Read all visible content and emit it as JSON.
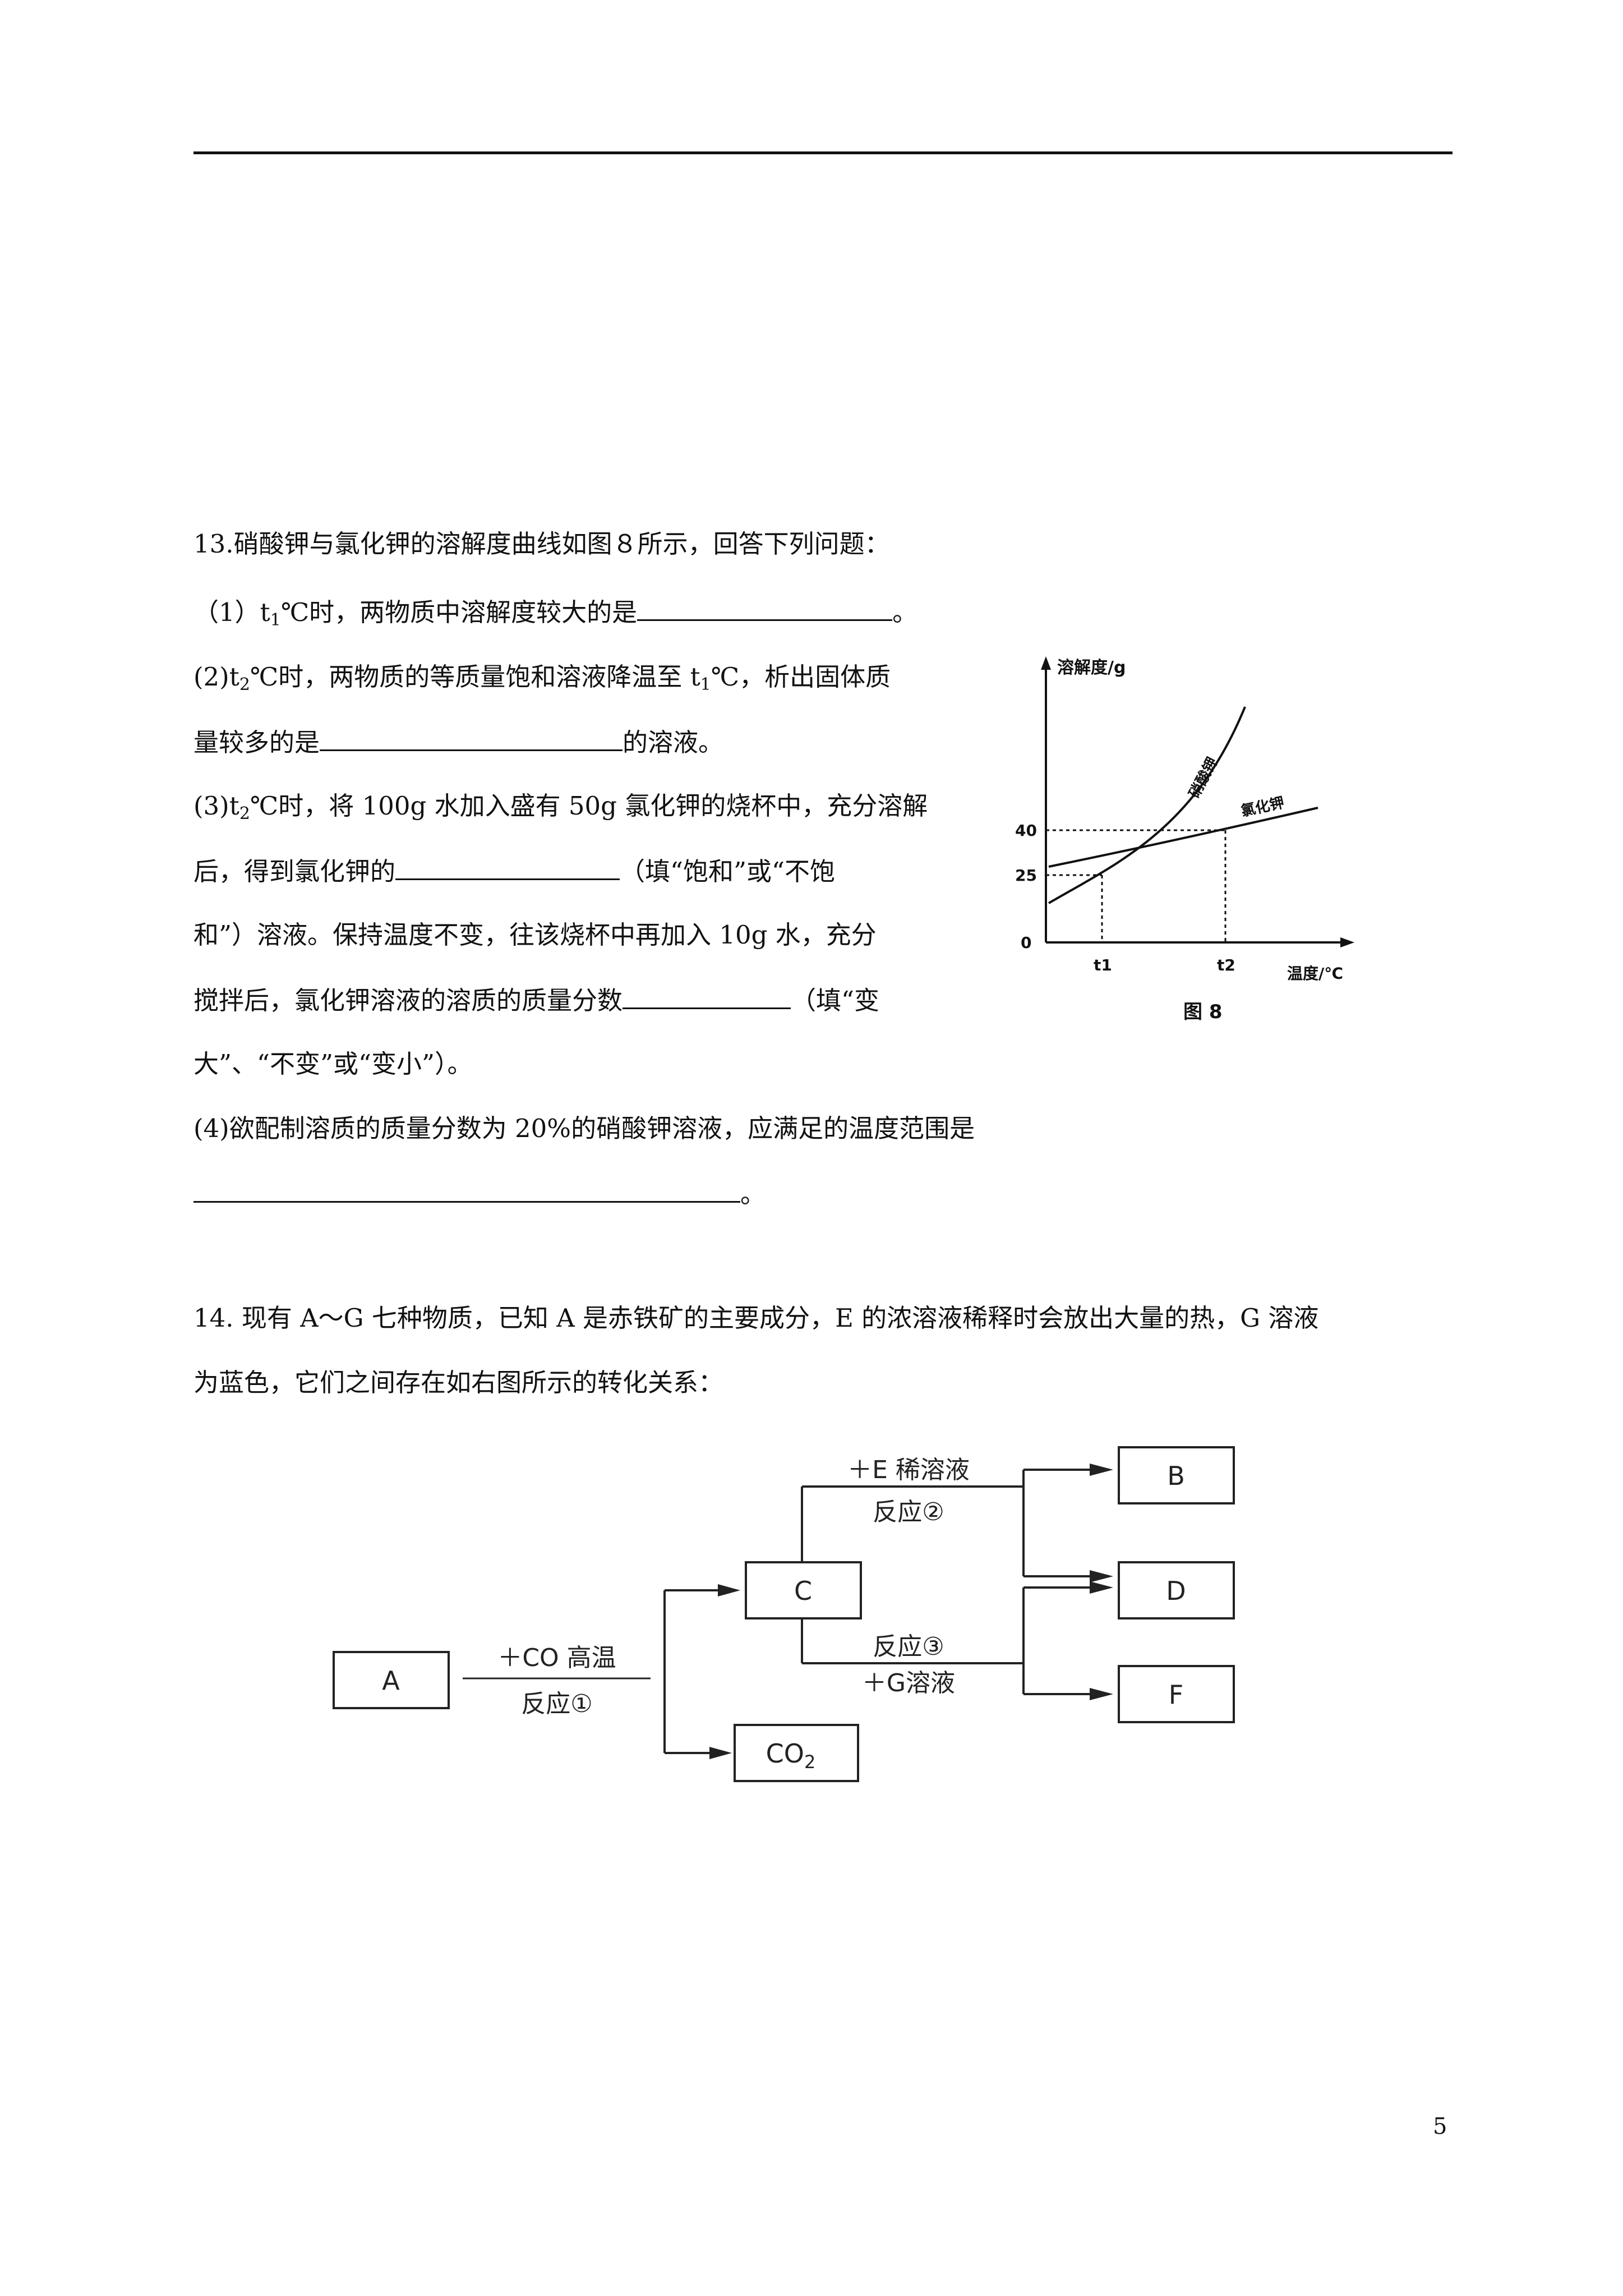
{
  "q13": {
    "stem": "13.硝酸钾与氯化钾的溶解度曲线如图８所示，回答下列问题：",
    "p1_pre": "（1）t",
    "p1_sub": "1",
    "p1_post": "℃时，两物质中溶解度较大的是",
    "p1_end": "。",
    "p2_pre": "(2)t",
    "p2_sub": "2",
    "p2_mid": "℃时，两物质的等质量饱和溶液降温至 t",
    "p2_sub2": "1",
    "p2_post": "℃，析出固体质",
    "p2b_pre": "量较多的是",
    "p2b_post": "的溶液。",
    "p3_pre": "(3)t",
    "p3_sub": "2",
    "p3_post": "℃时，将 100g 水加入盛有 50g 氯化钾的烧杯中，充分溶解",
    "p3b_pre": "后，得到氯化钾的",
    "p3b_post": "（填“饱和”或“不饱",
    "p3c": "和”）溶液。保持温度不变，往该烧杯中再加入 10g 水，充分",
    "p3d_pre": "搅拌后，氯化钾溶液的溶质的质量分数",
    "p3d_post": "（填“变",
    "p3e": "大”、“不变”或“变小”）。",
    "p4": "(4)欲配制溶质的质量分数为 20%的硝酸钾溶液，应满足的温度范围是",
    "p4_end": "。"
  },
  "figure8": {
    "ylabel": "溶解度/g",
    "xlabel": "温度/℃",
    "y_ticks": [
      "40",
      "25",
      "0"
    ],
    "x_ticks": [
      "t1",
      "t2"
    ],
    "curve_kno3": "硝酸钾",
    "curve_kcl": "氯化钾",
    "caption": "图 8"
  },
  "q14": {
    "line1": "14. 现有 A～G 七种物质，已知 A 是赤铁矿的主要成分，E 的浓溶液稀释时会放出大量的热，G 溶液",
    "line2": "为蓝色，它们之间存在如右图所示的转化关系："
  },
  "flowchart": {
    "box_a": "A",
    "box_b": "B",
    "box_c": "C",
    "box_d": "D",
    "box_f": "F",
    "box_co2": "CO",
    "box_co2_sub": "2",
    "label_r1_top": "＋CO 高温",
    "label_r1_bottom": "反应①",
    "label_r2_top": "＋E 稀溶液",
    "label_r2_bottom": "反应②",
    "label_r3_top": "反应③",
    "label_r3_bottom": "＋G溶液"
  },
  "page_number": "5"
}
